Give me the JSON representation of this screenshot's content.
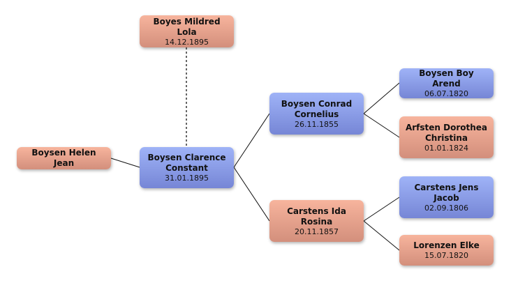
{
  "colors": {
    "male": "#8a9de8",
    "female": "#e6a28c"
  },
  "people": {
    "mildred": {
      "name": "Boyes Mildred Lola",
      "date": "14.12.1895"
    },
    "helen": {
      "name": "Boysen Helen Jean"
    },
    "clarence": {
      "name": "Boysen Clarence Constant",
      "date": "31.01.1895"
    },
    "conrad": {
      "name": "Boysen Conrad Cornelius",
      "date": "26.11.1855"
    },
    "ida": {
      "name": "Carstens Ida Rosina",
      "date": "20.11.1857"
    },
    "boy": {
      "name": "Boysen Boy Arend",
      "date": "06.07.1820"
    },
    "dorothea": {
      "name": "Arfsten Dorothea Christina",
      "date": "01.01.1824"
    },
    "jens": {
      "name": "Carstens Jens Jacob",
      "date": "02.09.1806"
    },
    "elke": {
      "name": "Lorenzen Elke",
      "date": "15.07.1820"
    }
  }
}
